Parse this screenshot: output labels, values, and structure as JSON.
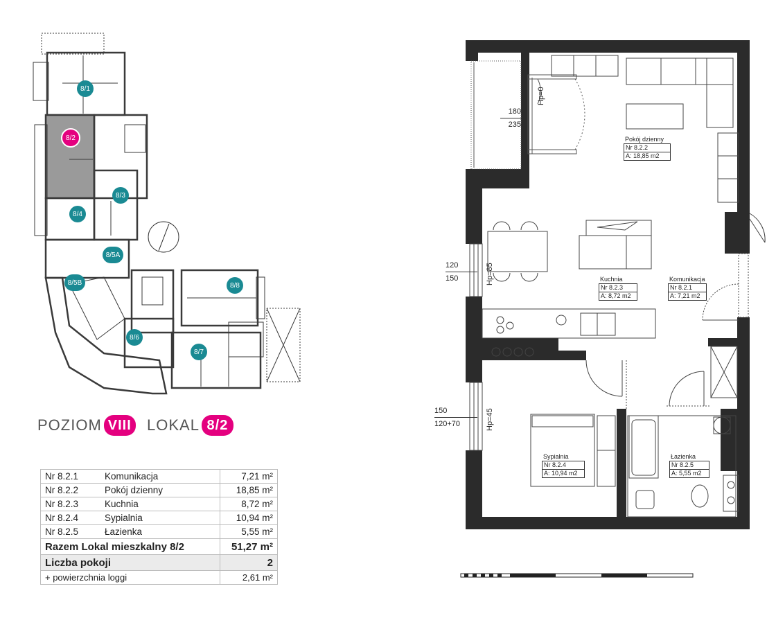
{
  "headings": {
    "level_label": "POZIOM",
    "level_value": "VIII",
    "unit_label": "LOKAL",
    "unit_value": "8/2"
  },
  "key_plan": {
    "units": [
      "8/1",
      "8/2",
      "8/3",
      "8/4",
      "8/5A",
      "8/5B",
      "8/6",
      "8/7",
      "8/8"
    ],
    "selected_unit": "8/2",
    "colors": {
      "teal": "#1a8a93",
      "magenta": "#e4007f",
      "selected_fill": "#9a9a9a"
    }
  },
  "summary_table": {
    "rows": [
      {
        "nr": "Nr 8.2.1",
        "name": "Komunikacja",
        "value": "7,21 m²"
      },
      {
        "nr": "Nr 8.2.2",
        "name": "Pokój dzienny",
        "value": "18,85 m²"
      },
      {
        "nr": "Nr 8.2.3",
        "name": "Kuchnia",
        "value": "8,72 m²"
      },
      {
        "nr": "Nr 8.2.4",
        "name": "Sypialnia",
        "value": "10,94 m²"
      },
      {
        "nr": "Nr 8.2.5",
        "name": "Łazienka",
        "value": "5,55 m²"
      }
    ],
    "total_label": "Razem Lokal mieszkalny 8/2",
    "total_value": "51,27 m²",
    "rooms_label": "Liczba pokoji",
    "rooms_value": "2",
    "loggia_label": "+ powierzchnia loggi",
    "loggia_value": "2,61 m²"
  },
  "floor_plan": {
    "rooms": [
      {
        "name": "Pokój dzienny",
        "nr": "Nr 8.2.2",
        "area": "A: 18,85 m2"
      },
      {
        "name": "Kuchnia",
        "nr": "Nr 8.2.3",
        "area": "A: 8,72 m2"
      },
      {
        "name": "Komunikacja",
        "nr": "Nr 8.2.1",
        "area": "A: 7,21 m2"
      },
      {
        "name": "Sypialnia",
        "nr": "Nr 8.2.4",
        "area": "A: 10,94 m2"
      },
      {
        "name": "Łazienka",
        "nr": "Nr 8.2.5",
        "area": "A: 5,55 m2"
      }
    ],
    "window_dims": [
      {
        "top": "180",
        "bottom": "235",
        "hp": "Hp=0"
      },
      {
        "top": "120",
        "bottom": "150",
        "hp": "Hp=85"
      },
      {
        "top": "150",
        "bottom": "120+70",
        "hp": "Hp=45"
      }
    ],
    "wall_color": "#2b2b2b"
  }
}
